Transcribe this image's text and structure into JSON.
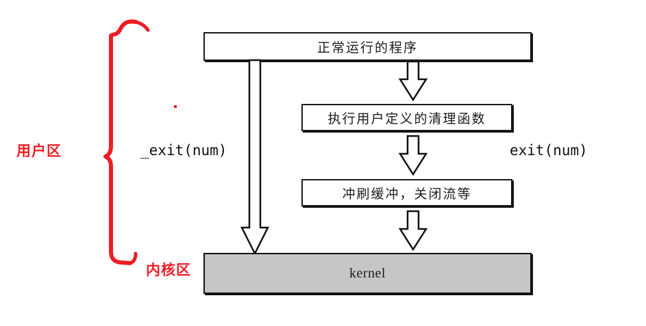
{
  "diagram": {
    "title_boxes": {
      "normal_program": "正常运行的程序",
      "cleanup_handlers": "执行用户定义的清理函数",
      "flush_buffers": "冲刷缓冲，关闭流等",
      "kernel": "kernel"
    },
    "regions": {
      "user_space_label": "用户区",
      "kernel_space_label": "内核区"
    },
    "call_labels": {
      "underscore_exit": "_exit(num)",
      "exit": "exit(num)"
    },
    "icons": {
      "long_down_arrow": "arrow-down-block-long",
      "short_down_arrow_1": "arrow-down-block-short",
      "short_down_arrow_2": "arrow-down-block-short",
      "short_down_arrow_3": "arrow-down-block-short",
      "brace": "curly-brace-red"
    },
    "colors": {
      "accent_red": "#ee1c25",
      "kernel_fill": "#c6c6c6",
      "outline": "#1a1a1a",
      "background": "#ffffff"
    }
  }
}
